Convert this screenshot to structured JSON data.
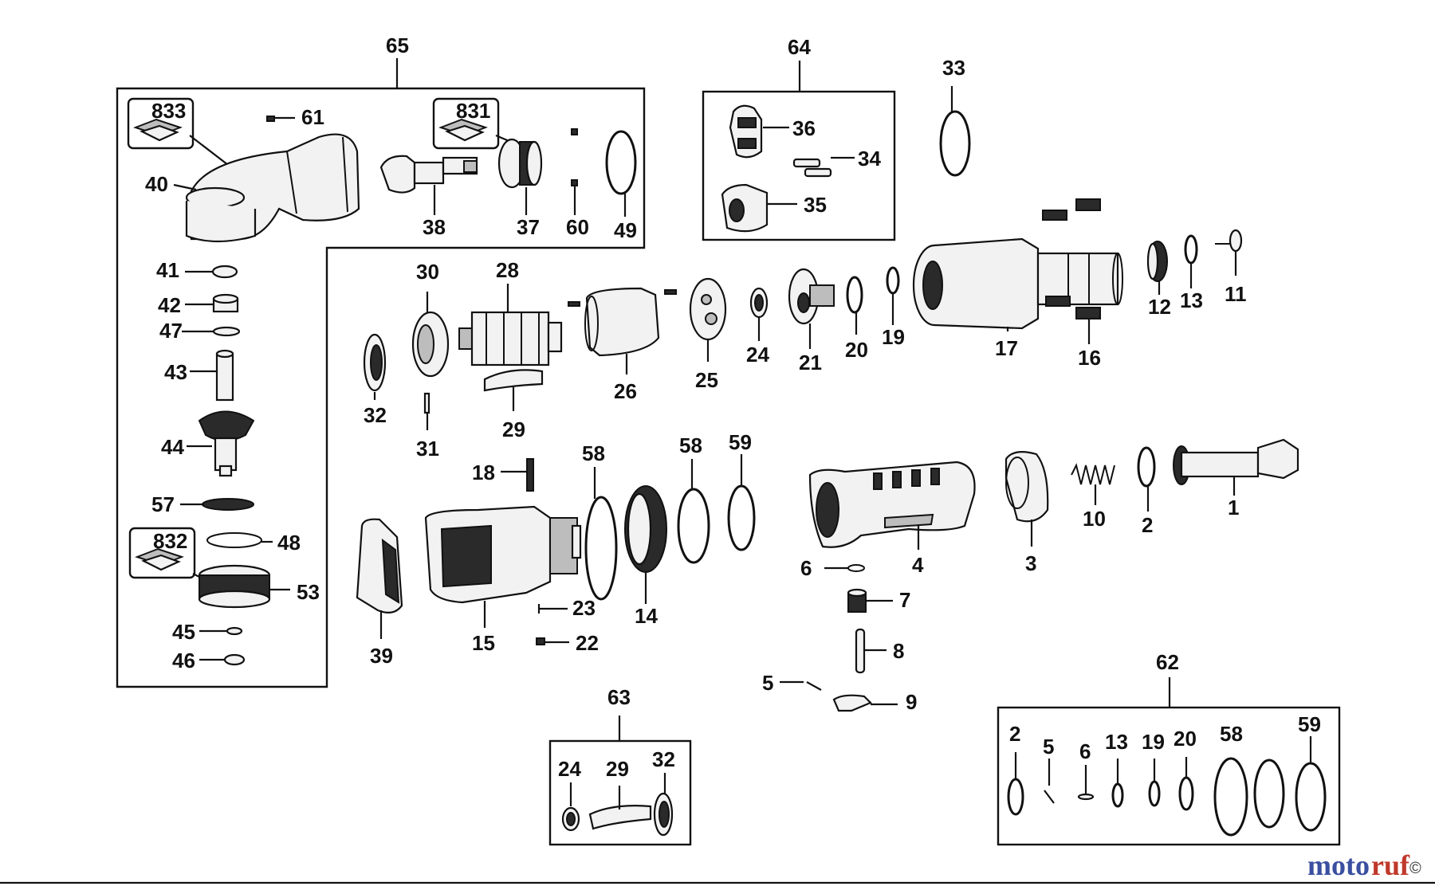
{
  "labels": {
    "p1": "1",
    "p2": "2",
    "p3": "3",
    "p4": "4",
    "p5": "5",
    "p6": "6",
    "p7": "7",
    "p8": "8",
    "p9": "9",
    "p10": "10",
    "p11": "11",
    "p12": "12",
    "p13": "13",
    "p14": "14",
    "p15": "15",
    "p16": "16",
    "p17": "17",
    "p18": "18",
    "p19": "19",
    "p20": "20",
    "p21": "21",
    "p22": "22",
    "p23": "23",
    "p24": "24",
    "p25": "25",
    "p26": "26",
    "p28": "28",
    "p29": "29",
    "p30": "30",
    "p31": "31",
    "p32": "32",
    "p33": "33",
    "p34": "34",
    "p35": "35",
    "p36": "36",
    "p37": "37",
    "p38": "38",
    "p39": "39",
    "p40": "40",
    "p41": "41",
    "p42": "42",
    "p43": "43",
    "p44": "44",
    "p45": "45",
    "p46": "46",
    "p47": "47",
    "p48": "48",
    "p49": "49",
    "p53": "53",
    "p57": "57",
    "p58a": "58",
    "p58b": "58",
    "p59": "59",
    "p60": "60",
    "p61": "61",
    "p62": "62",
    "p63": "63",
    "p64": "64",
    "p65": "65",
    "p831": "831",
    "p832": "832",
    "p833": "833",
    "k62_2": "2",
    "k62_5": "5",
    "k62_6": "6",
    "k62_13": "13",
    "k62_19": "19",
    "k62_20": "20",
    "k62_58": "58",
    "k62_59": "59",
    "k63_24": "24",
    "k63_29": "29",
    "k63_32": "32"
  },
  "watermark": {
    "text_a": "moto",
    "text_b": "ruf",
    "suffix": "©",
    "color_a": "#3a4fa0",
    "color_b": "#c0392b"
  }
}
